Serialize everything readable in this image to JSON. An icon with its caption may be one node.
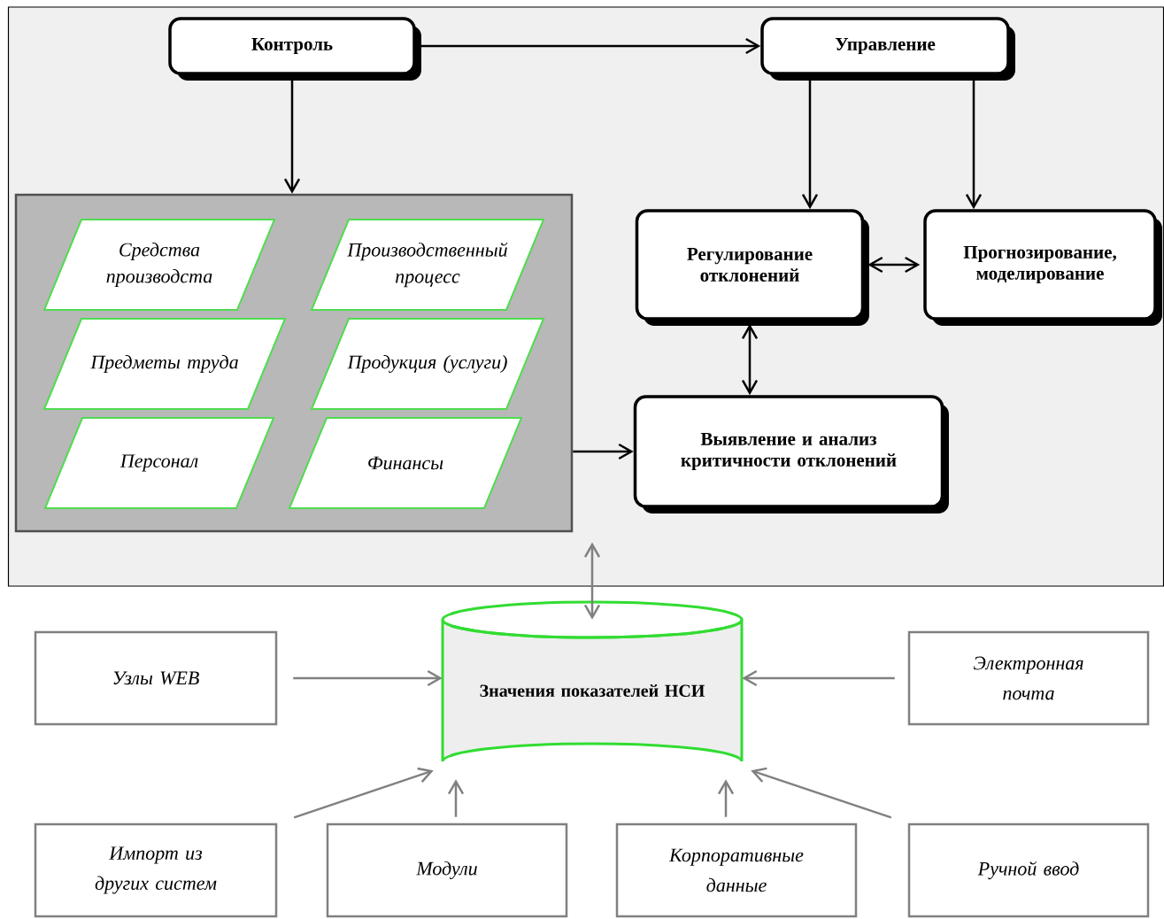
{
  "diagram": {
    "nodes": [
      {
        "text": [],
        "shape": "box"
      },
      {
        "text": [
          "Контроль"
        ],
        "in": 0
      },
      {
        "text": [
          "Управление"
        ],
        "in": 0
      },
      {
        "text": [],
        "shape": "box",
        "in": 0
      },
      {
        "text": [
          "Средства производста"
        ],
        "in": 3
      },
      {
        "text": [
          "Производственный процесс"
        ],
        "in": 3
      },
      {
        "text": [
          "Предметы труда"
        ],
        "in": 3
      },
      {
        "text": [
          "Продукция (услуги)"
        ],
        "in": 3
      },
      {
        "text": [
          "Персонал"
        ],
        "in": 3
      },
      {
        "text": [
          "Финансы"
        ],
        "in": 3
      },
      {
        "text": [
          "Регулирование отклонений"
        ],
        "in": 0
      },
      {
        "text": [
          "Прогнозирование, моделирование"
        ],
        "in": 0
      },
      {
        "text": [
          "Выявление и анализ критичности отклонений"
        ],
        "in": 0
      },
      {
        "text": [
          "Значения показателей НСИ"
        ]
      },
      {
        "text": [
          "Узлы WEB"
        ]
      },
      {
        "text": [
          "Электронная почта"
        ]
      },
      {
        "text": [
          "Импорт из других систем"
        ]
      },
      {
        "text": [
          "Модули"
        ]
      },
      {
        "text": [
          "Корпоративные данные"
        ]
      },
      {
        "text": [
          "Ручной ввод"
        ]
      }
    ],
    "edges": [
      {
        "from": 1,
        "to": 2,
        "arrow": "to"
      },
      {
        "from": 1,
        "to": 3,
        "arrow": "to"
      },
      {
        "from": 2,
        "to": 10,
        "arrow": "to"
      },
      {
        "from": 2,
        "to": 11,
        "arrow": "to"
      },
      {
        "from": 10,
        "to": 11,
        "arrow": "both"
      },
      {
        "from": 10,
        "to": 12,
        "arrow": "both"
      },
      {
        "from": 3,
        "to": 12,
        "arrow": "to"
      },
      {
        "from": 13,
        "to": 0,
        "arrow": "both",
        "color": "#808080"
      },
      {
        "from": 14,
        "to": 13,
        "arrow": "to",
        "color": "#808080"
      },
      {
        "from": 15,
        "to": 13,
        "arrow": "to",
        "color": "#808080"
      },
      {
        "from": 16,
        "to": 13,
        "arrow": "to",
        "color": "#808080"
      },
      {
        "from": 17,
        "to": 13,
        "arrow": "to",
        "color": "#808080"
      },
      {
        "from": 18,
        "to": 13,
        "arrow": "to",
        "color": "#808080"
      },
      {
        "from": 19,
        "to": 13,
        "arrow": "to",
        "color": "#808080"
      }
    ]
  }
}
